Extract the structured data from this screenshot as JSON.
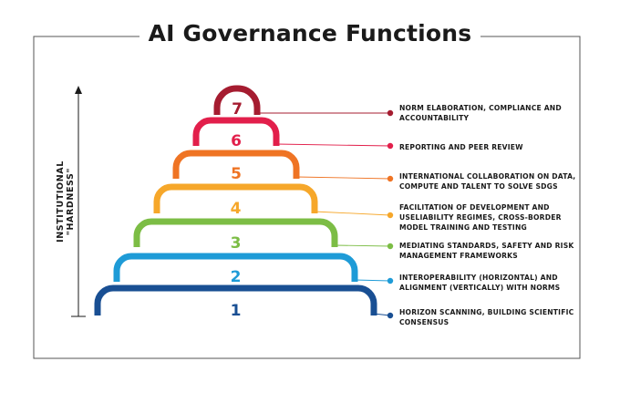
{
  "title": "AI Governance Functions",
  "axis_label": "INSTITUTIONAL \"HARDNESS\"",
  "tiers": [
    {
      "number": "7",
      "color": "#a51c30",
      "text": "NORM ELABORATION, COMPLIANCE AND ACCOUNTABILITY"
    },
    {
      "number": "6",
      "color": "#e21f4b",
      "text": "REPORTING AND PEER REVIEW"
    },
    {
      "number": "5",
      "color": "#ef7424",
      "text": "INTERNATIONAL COLLABORATION ON DATA, COMPUTE AND TALENT TO SOLVE SDGS"
    },
    {
      "number": "4",
      "color": "#f6a72a",
      "text": "FACILITATION OF DEVELOPMENT AND USELIABILITY REGIMES, CROSS-BORDER MODEL TRAINING AND TESTING"
    },
    {
      "number": "3",
      "color": "#7cbd45",
      "text": "MEDIATING STANDARDS, SAFETY AND RISK MANAGEMENT FRAMEWORKS"
    },
    {
      "number": "2",
      "color": "#1e9bd7",
      "text": "INTEROPERABILITY (HORIZONTAL) AND ALIGNMENT (VERTICALLY) WITH NORMS"
    },
    {
      "number": "1",
      "color": "#194f93",
      "text": "HORIZON SCANNING, BUILDING SCIENTIFIC CONSENSUS"
    }
  ]
}
